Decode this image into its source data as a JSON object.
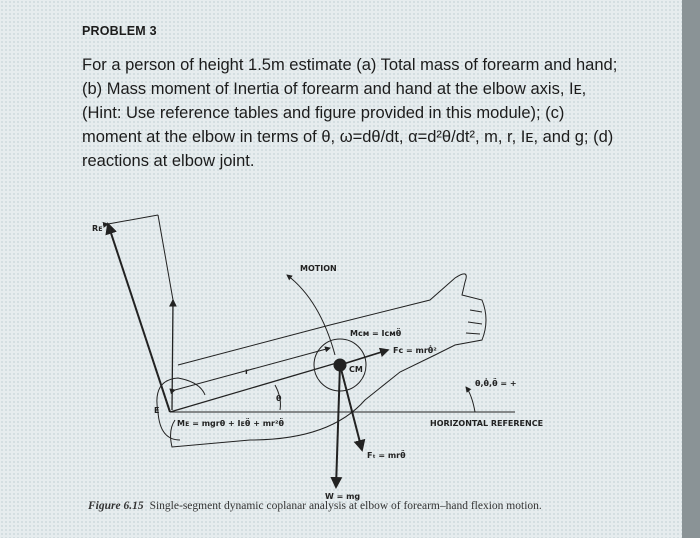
{
  "problem": {
    "title": "PROBLEM 3",
    "text": "For a person of height 1.5m estimate (a) Total mass of forearm and hand; (b) Mass moment of Inertia of forearm and hand at the elbow axis, Iᴇ, (Hint: Use reference tables and figure provided in this module); (c) moment at the elbow in terms of θ, ω=dθ/dt, α=d²θ/dt², m, r, Iᴇ, and g; (d) reactions at elbow joint."
  },
  "figure": {
    "labels": {
      "re": "Rᴇ",
      "motion": "MOTION",
      "mcm": "Mᴄᴍ = Iᴄᴍθ̈",
      "fc": "Fᴄ = mrθ̇²",
      "cm": "CM",
      "r": "r",
      "theta": "θ",
      "sign": "θ,θ̇,θ̈ = +",
      "e": "E",
      "me": "Mᴇ = mgrθ + Iᴇθ̈ + mr²θ̈",
      "horizontal": "HORIZONTAL REFERENCE",
      "ft": "Fₜ = mrθ̈",
      "w": "W = mg"
    },
    "caption_number": "Figure 6.15",
    "caption": "Single-segment dynamic coplanar analysis at elbow of forearm–hand flexion motion."
  }
}
